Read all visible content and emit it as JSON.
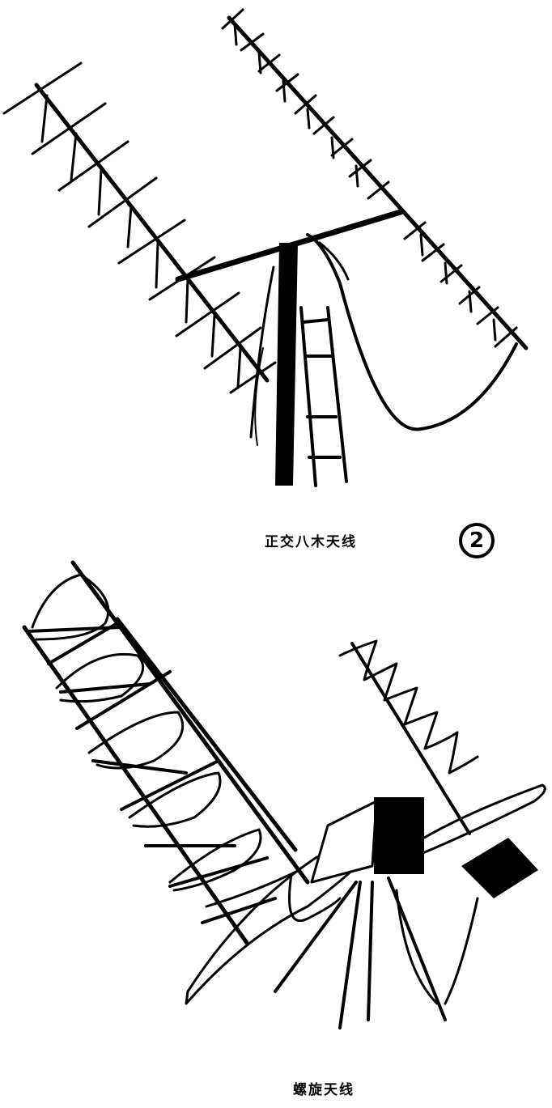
{
  "figure": {
    "number": "2",
    "panels": [
      {
        "id": "crossed-yagi",
        "caption": "正交八木天线"
      },
      {
        "id": "helical",
        "caption": "螺旋天线"
      }
    ],
    "colors": {
      "ink": "#000000",
      "paper": "#ffffff"
    }
  }
}
